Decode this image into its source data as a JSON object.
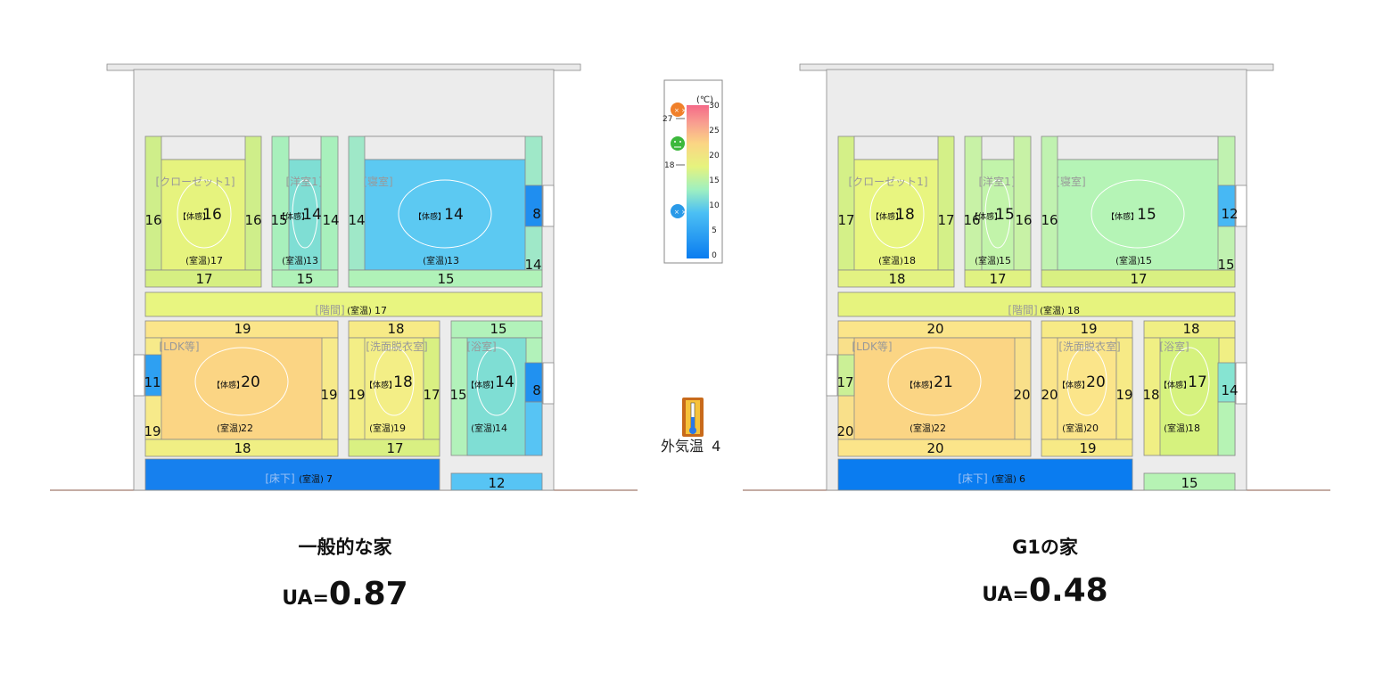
{
  "scale": {
    "unit": "(℃)",
    "ticks": [
      "30",
      "25",
      "20",
      "15",
      "10",
      "5",
      "0"
    ],
    "comfort_marks": [
      "27",
      "18"
    ],
    "face_icons": [
      "hot-face-icon",
      "comfortable-face-icon",
      "cold-face-icon"
    ]
  },
  "outdoor": {
    "label": "外気温",
    "value": "4"
  },
  "houses": [
    {
      "title": "一般的な家",
      "ua_prefix": "UA=",
      "ua_value": "0.87",
      "rooms": {
        "closet": {
          "name": "[クローゼット1]",
          "felt": "16",
          "room_temp": "17",
          "wall_left": "16",
          "wall_right": "16",
          "floor": "17"
        },
        "western": {
          "name": "[洋室1]",
          "felt": "14",
          "room_temp": "13",
          "wall_left": "15",
          "wall_right": "14",
          "floor": "15"
        },
        "bedroom": {
          "name": "[寝室]",
          "felt": "14",
          "room_temp": "13",
          "wall_left": "14",
          "window": "8",
          "wall_lower": "14",
          "floor": "15"
        },
        "stair": {
          "name": "[階間]",
          "room_temp": "17"
        },
        "ldk": {
          "name": "[LDK等]",
          "felt": "20",
          "room_temp": "22",
          "ceiling": "19",
          "window": "11",
          "wall_left": "19",
          "wall_right": "19",
          "floor": "18"
        },
        "washroom": {
          "name": "[洗面脱衣室]",
          "felt": "18",
          "room_temp": "19",
          "ceiling": "18",
          "wall_left": "19",
          "wall_right": "17",
          "floor": "17"
        },
        "bath": {
          "name": "[浴室]",
          "felt": "14",
          "room_temp": "14",
          "ceiling": "15",
          "wall_left": "15",
          "window": "8",
          "floor": "12"
        },
        "underfloor": {
          "name": "[床下]",
          "room_temp": "7"
        }
      },
      "colors": {
        "closet": "#e6f37e",
        "western": "#7fded4",
        "bedroom": "#5cc9f2",
        "stair": "#e8f580",
        "ldk": "#fbd584",
        "washroom": "#f3ee86",
        "bath": "#7fded4",
        "underfloor": "#1680ee",
        "closet_wall": "#cfee8a",
        "western_wall": "#a8f0bc",
        "bedroom_wall": "#9fe8c8",
        "bedroom_win": "#1f8ef0",
        "ldk_win": "#2ea0f2",
        "ldk_lower": "#f7ea8a",
        "wash_right": "#d9f082",
        "bath_win": "#2191f0",
        "bath_floor": "#57c4f4",
        "ldk_ceiling": "#fbe58a",
        "wash_ceiling": "#f7ea86",
        "bath_ceiling": "#b2f2ba",
        "closet_floor": "#d6ef82",
        "western_floor": "#b0f2b8",
        "bedroom_floor": "#b0f2b8",
        "ldk_floor": "#f0ef84",
        "wash_floor": "#d9f082"
      }
    },
    {
      "title": "G1の家",
      "ua_prefix": "UA=",
      "ua_value": "0.48",
      "rooms": {
        "closet": {
          "name": "[クローゼット1]",
          "felt": "18",
          "room_temp": "18",
          "wall_left": "17",
          "wall_right": "17",
          "floor": "18"
        },
        "western": {
          "name": "[洋室1]",
          "felt": "15",
          "room_temp": "15",
          "wall_left": "16",
          "wall_right": "16",
          "floor": "17"
        },
        "bedroom": {
          "name": "[寝室]",
          "felt": "15",
          "room_temp": "15",
          "wall_left": "16",
          "window": "12",
          "wall_lower": "15",
          "floor": "17"
        },
        "stair": {
          "name": "[階間]",
          "room_temp": "18"
        },
        "ldk": {
          "name": "[LDK等]",
          "felt": "21",
          "room_temp": "22",
          "ceiling": "20",
          "window": "17",
          "wall_left": "20",
          "wall_right": "20",
          "floor": "20"
        },
        "washroom": {
          "name": "[洗面脱衣室]",
          "felt": "20",
          "room_temp": "20",
          "ceiling": "19",
          "wall_left": "20",
          "wall_right": "19",
          "floor": "19"
        },
        "bath": {
          "name": "[浴室]",
          "felt": "17",
          "room_temp": "18",
          "ceiling": "18",
          "wall_left": "18",
          "window": "14",
          "floor": "15"
        },
        "underfloor": {
          "name": "[床下]",
          "room_temp": "6"
        }
      },
      "colors": {
        "closet": "#e8f580",
        "western": "#c2f4aa",
        "bedroom": "#b5f4b6",
        "stair": "#e6f37e",
        "ldk": "#fbd584",
        "washroom": "#fbe58a",
        "bath": "#d6f27e",
        "underfloor": "#0a7cf0",
        "closet_wall": "#d4f088",
        "western_wall": "#c8f2a6",
        "bedroom_wall": "#c0f2b0",
        "bedroom_win": "#47b8f4",
        "ldk_win": "#cbf096",
        "ldk_lower": "#f9e08a",
        "wash_right": "#f7ea86",
        "bath_win": "#86e4d2",
        "bath_floor": "#b6f3b4",
        "ldk_ceiling": "#fbe58a",
        "wash_ceiling": "#f7ea86",
        "bath_ceiling": "#f0ef84",
        "closet_floor": "#e3f282",
        "western_floor": "#e0f282",
        "bedroom_floor": "#d9f082",
        "ldk_floor": "#fbe58a",
        "wash_floor": "#f7ea86"
      }
    }
  ]
}
